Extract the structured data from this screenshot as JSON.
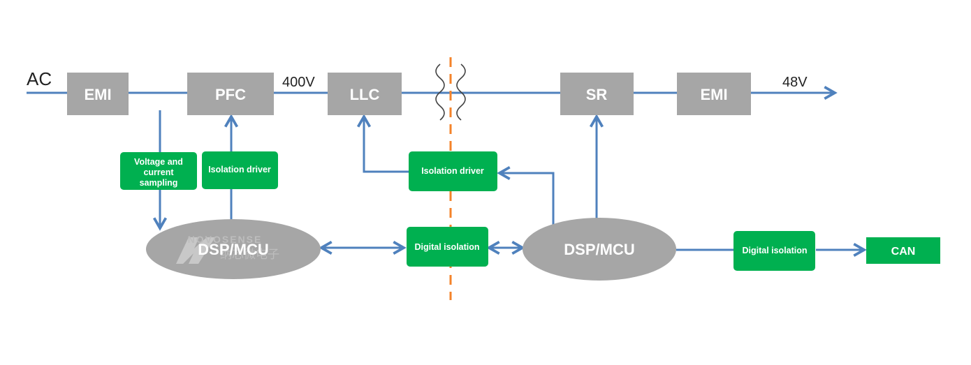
{
  "labels": {
    "ac": "AC",
    "emi_in": "EMI",
    "pfc": "PFC",
    "v400": "400V",
    "llc": "LLC",
    "sr": "SR",
    "emi_out": "EMI",
    "v48": "48V",
    "sampling_1": "Voltage and",
    "sampling_2": "current",
    "sampling_3": "sampling",
    "iso_driver_pfc": "Isolation driver",
    "iso_driver_llc": "Isolation driver",
    "dsp_left": "DSP/MCU",
    "dsp_right": "DSP/MCU",
    "digital_iso_mid": "Digital isolation",
    "digital_iso_right": "Digital isolation",
    "can": "CAN",
    "watermark_en": "NOVOSENSE",
    "watermark_cn": "纳芯微电子"
  },
  "colors": {
    "line": "#4f81bd",
    "gray_block": "#a6a6a6",
    "green_block": "#00b050",
    "isolation_barrier": "#f4832a",
    "ellipse": "#a6a6a6"
  }
}
